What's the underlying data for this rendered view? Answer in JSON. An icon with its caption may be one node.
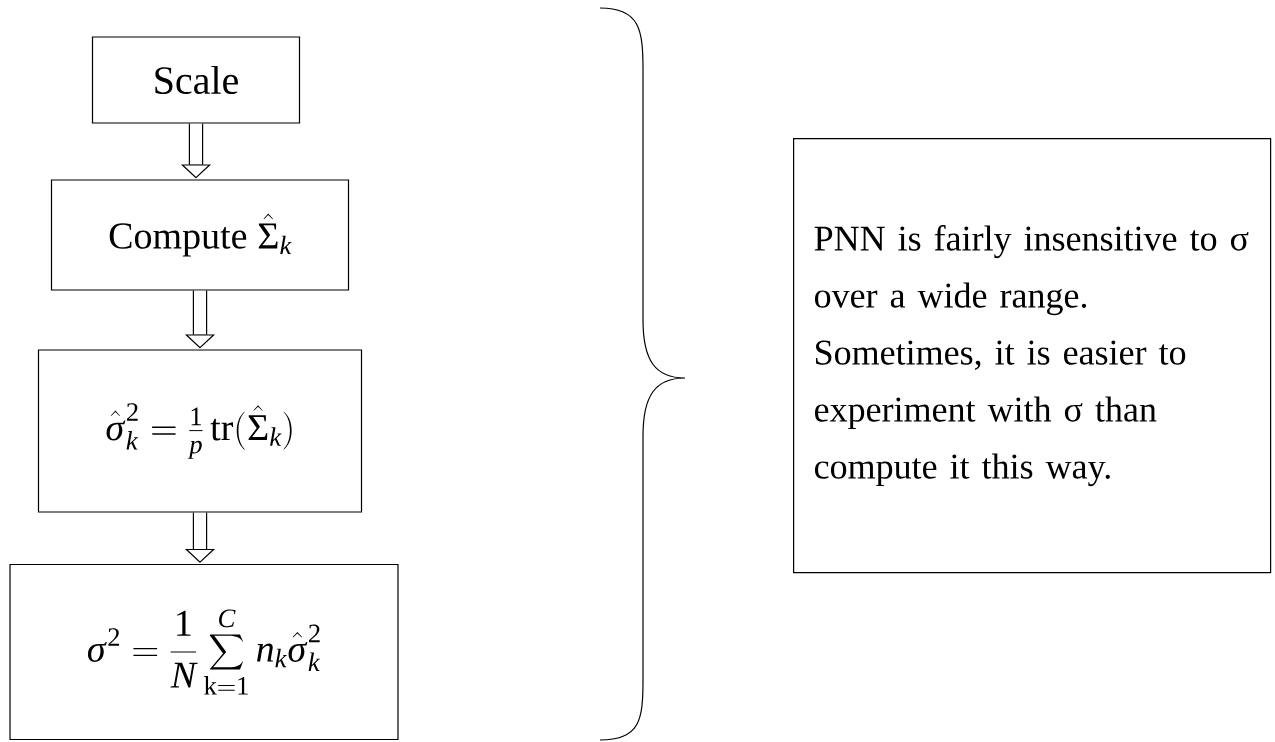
{
  "diagram": {
    "nodes": [
      {
        "text": [
          "Scale"
        ]
      },
      {
        "text": [
          "\\text{Compute}\\ \\hat{\\Sigma}_{k}"
        ]
      },
      {
        "text": [
          "\\hat{\\sigma}_{k}^{2} = \\frac{1}{p}\\,\\mathrm{tr}(\\hat{\\Sigma}_{k})"
        ]
      },
      {
        "text": [
          "\\sigma^{2} = \\frac{1}{N}\\sum_{\\mathrm{k=1}}^{C} n_{k}\\hat{\\sigma}_{k}^{2}"
        ]
      },
      {
        "text": [
          "PNN is fairly insensitive to σ over a wide range.",
          "Sometimes, it is easier to experiment with σ than compute it this way."
        ]
      }
    ],
    "edges": [
      {
        "from": 0,
        "to": 1,
        "arrow": "to"
      },
      {
        "from": 1,
        "to": 2,
        "arrow": "to"
      },
      {
        "from": 2,
        "to": 3,
        "arrow": "to"
      }
    ]
  }
}
